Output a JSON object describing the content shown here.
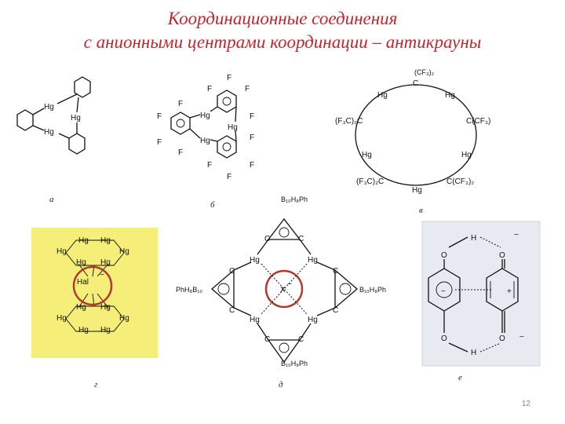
{
  "slide": {
    "title_line1": "Координационные соединения",
    "title_line2": "с анионными центрами координации – антикрауны",
    "page_number": "12"
  },
  "panels": {
    "a": {
      "label": "а",
      "hg": "Hg"
    },
    "b": {
      "label": "б",
      "hg": "Hg",
      "f": "F"
    },
    "c": {
      "label": "в",
      "hg": "Hg",
      "c": "C",
      "cf3_2": "(CF₃)₂",
      "f3c_2c": "(F₃C)₂C",
      "ccf3": "C(CF₃)",
      "f3c_2c_bottom": "(F₃C)₂C",
      "ccf3_2": "C(CF₃)₂"
    },
    "d": {
      "label": "г",
      "hg": "Hg",
      "hal": "Hal",
      "minus": "−",
      "highlight_color": "#f5ef7a",
      "circle_color": "#b03a2e"
    },
    "e": {
      "label": "д",
      "hg": "Hg",
      "c": "C",
      "x": "X",
      "minus": "−",
      "top_group": "B₁₀H₈Ph",
      "left_group": "PhH₈B₁₀",
      "right_group": "B₁₀H₈Ph",
      "bottom_group": "B₁₀H₈Ph"
    },
    "f": {
      "label": "е",
      "h": "H",
      "o": "O",
      "minus": "−",
      "plus": "+"
    }
  }
}
